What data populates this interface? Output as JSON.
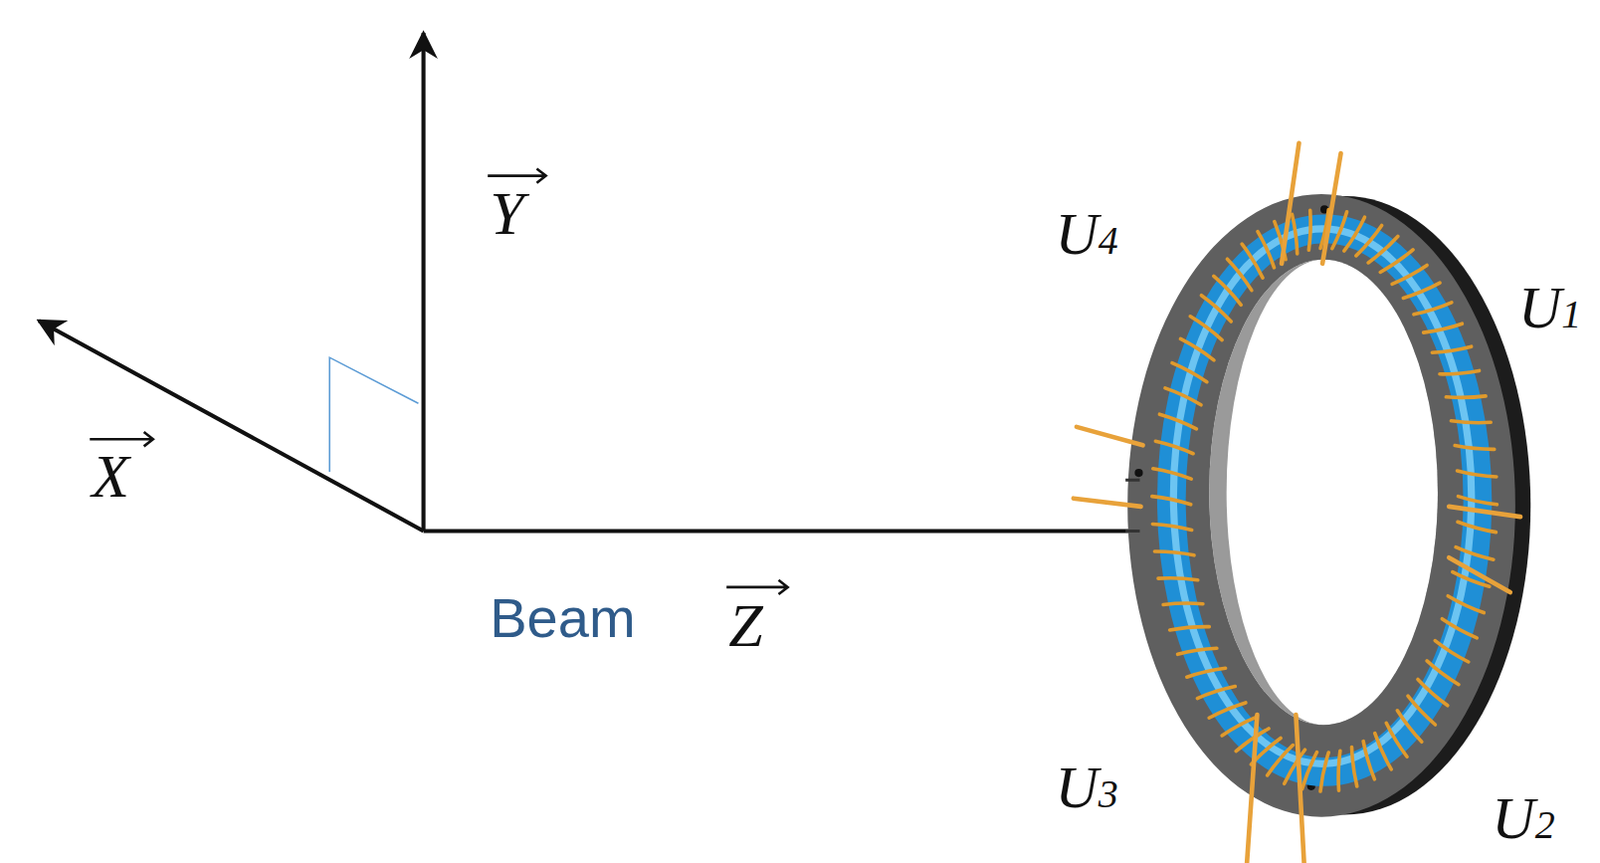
{
  "diagram": {
    "labels": [
      "Y",
      "X",
      "Beam",
      "Z",
      "U4",
      "U1",
      "U3",
      "U2"
    ]
  }
}
